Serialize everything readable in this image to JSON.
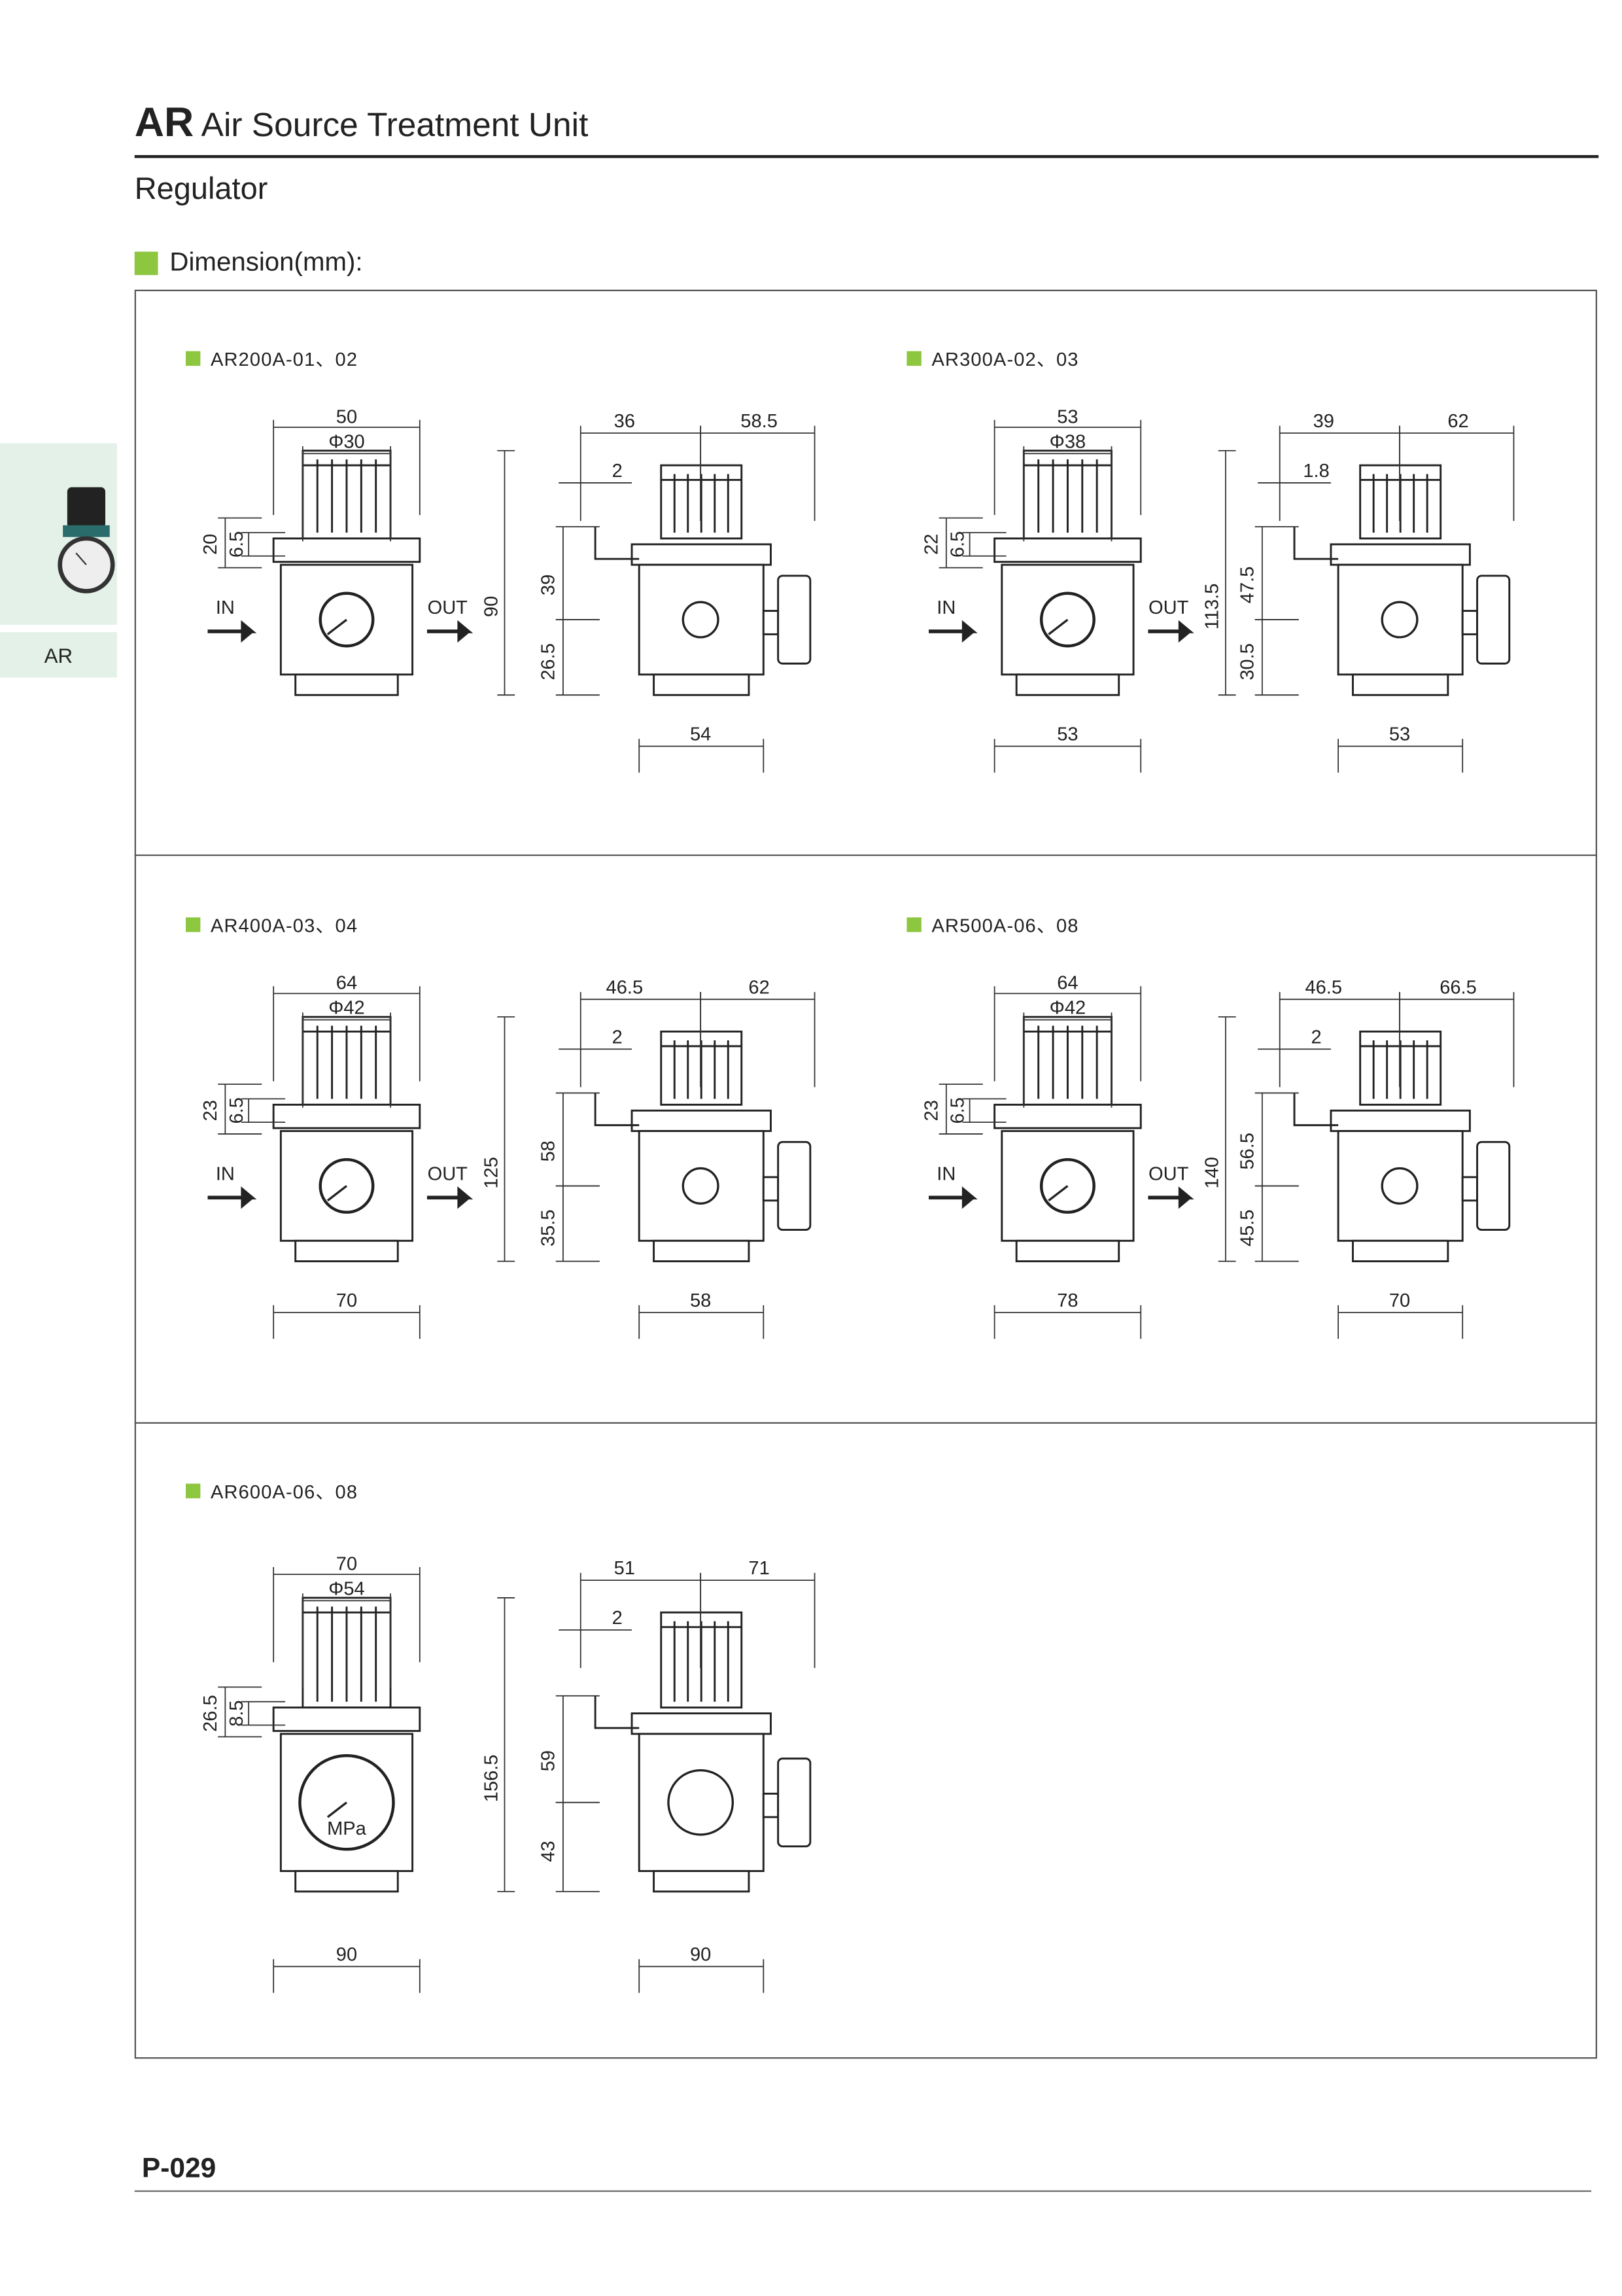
{
  "header": {
    "series": "AR",
    "title": "Air Source Treatment Unit",
    "subtitle": "Regulator",
    "section": "Dimension(mm):"
  },
  "sidebar": {
    "tab": "AR"
  },
  "footer": {
    "page": "P-029"
  },
  "colors": {
    "accent": "#8dc63f",
    "sidebar_bg": "#e3f1e8"
  },
  "models": [
    {
      "name": "AR200A-01、02",
      "front": {
        "width": "50",
        "phi": "Φ30",
        "left_big": "20",
        "left_small": "6.5",
        "height": "90",
        "bottom": null,
        "in": "IN",
        "out": "OUT"
      },
      "side": {
        "left": "36",
        "right": "58.5",
        "offset": "2",
        "upper": "39",
        "lower": "26.5",
        "bottom": "54"
      }
    },
    {
      "name": "AR300A-02、03",
      "front": {
        "width": "53",
        "phi": "Φ38",
        "left_big": "22",
        "left_small": "6.5",
        "height": "113.5",
        "bottom": "53",
        "in": "IN",
        "out": "OUT"
      },
      "side": {
        "left": "39",
        "right": "62",
        "offset": "1.8",
        "upper": "47.5",
        "lower": "30.5",
        "bottom": "53"
      }
    },
    {
      "name": "AR400A-03、04",
      "front": {
        "width": "64",
        "phi": "Φ42",
        "left_big": "23",
        "left_small": "6.5",
        "height": "125",
        "bottom": "70",
        "in": "IN",
        "out": "OUT"
      },
      "side": {
        "left": "46.5",
        "right": "62",
        "offset": "2",
        "upper": "58",
        "lower": "35.5",
        "bottom": "58"
      }
    },
    {
      "name": "AR500A-06、08",
      "front": {
        "width": "64",
        "phi": "Φ42",
        "left_big": "23",
        "left_small": "6.5",
        "height": "140",
        "bottom": "78",
        "in": "IN",
        "out": "OUT"
      },
      "side": {
        "left": "46.5",
        "right": "66.5",
        "offset": "2",
        "upper": "56.5",
        "lower": "45.5",
        "bottom": "70"
      }
    },
    {
      "name": "AR600A-06、08",
      "front": {
        "width": "70",
        "phi": "Φ54",
        "left_big": "26.5",
        "left_small": "8.5",
        "height": "156.5",
        "bottom": "90",
        "in": null,
        "out": null,
        "gauge_unit": "MPa"
      },
      "side": {
        "left": "51",
        "right": "71",
        "offset": "2",
        "upper": "59",
        "lower": "43",
        "bottom": "90"
      }
    }
  ]
}
